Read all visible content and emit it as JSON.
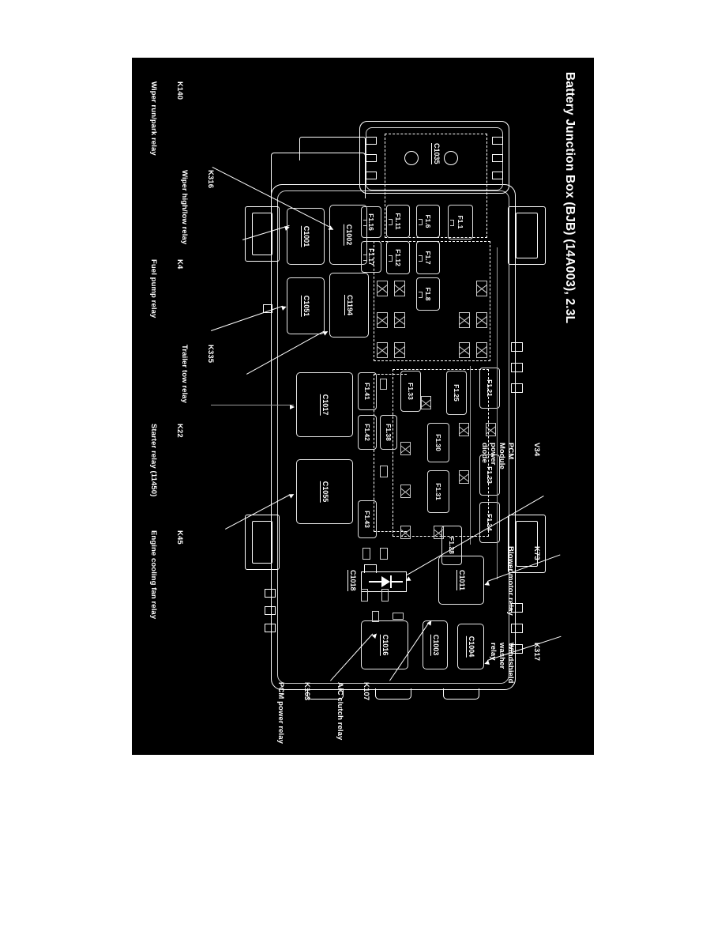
{
  "document": {
    "title": "Battery Junction Box (BJB) (14A003), 2.3L",
    "plate_background": "#000000",
    "line_color": "#ffffff"
  },
  "callouts_left": [
    {
      "code": "K140",
      "desc": "Wiper run/park relay"
    },
    {
      "code": "K316",
      "desc": "Wiper high/low relay"
    },
    {
      "code": "K4",
      "desc": "Fuel pump relay"
    },
    {
      "code": "K335",
      "desc": "Trailer tow relay"
    },
    {
      "code": "K22",
      "desc": "Starter relay (11450)"
    },
    {
      "code": "K45",
      "desc": "Engine cooling fan relay"
    }
  ],
  "callouts_right": [
    {
      "code": "V34",
      "desc": "PCM Module power diode"
    },
    {
      "code": "K73",
      "desc": "Blower motor relay"
    },
    {
      "code": "K317",
      "desc": "Windshield washer relay"
    }
  ],
  "callouts_bottom": [
    {
      "code": "K163",
      "desc": "PCM power relay"
    },
    {
      "code": "K107",
      "desc": "A/C clutch relay"
    }
  ],
  "connectors": [
    {
      "id": "C1035"
    },
    {
      "id": "C1001"
    },
    {
      "id": "C1002"
    },
    {
      "id": "C1051"
    },
    {
      "id": "C1194"
    },
    {
      "id": "C1017"
    },
    {
      "id": "C1055"
    },
    {
      "id": "C1018"
    },
    {
      "id": "C1011"
    },
    {
      "id": "C1016"
    },
    {
      "id": "C1003"
    },
    {
      "id": "C1004"
    }
  ],
  "fuses": [
    {
      "id": "F1.1"
    },
    {
      "id": "F1.6"
    },
    {
      "id": "F1.7"
    },
    {
      "id": "F1.8"
    },
    {
      "id": "F1.11"
    },
    {
      "id": "F1.12"
    },
    {
      "id": "F1.16"
    },
    {
      "id": "F1.17"
    },
    {
      "id": "F1.21"
    },
    {
      "id": "F1.23"
    },
    {
      "id": "F1.24"
    },
    {
      "id": "F1.25"
    },
    {
      "id": "F1.28"
    },
    {
      "id": "F1.30"
    },
    {
      "id": "F1.31"
    },
    {
      "id": "F1.33"
    },
    {
      "id": "F1.38"
    },
    {
      "id": "F1.41"
    },
    {
      "id": "F1.42"
    },
    {
      "id": "F1.43"
    }
  ]
}
